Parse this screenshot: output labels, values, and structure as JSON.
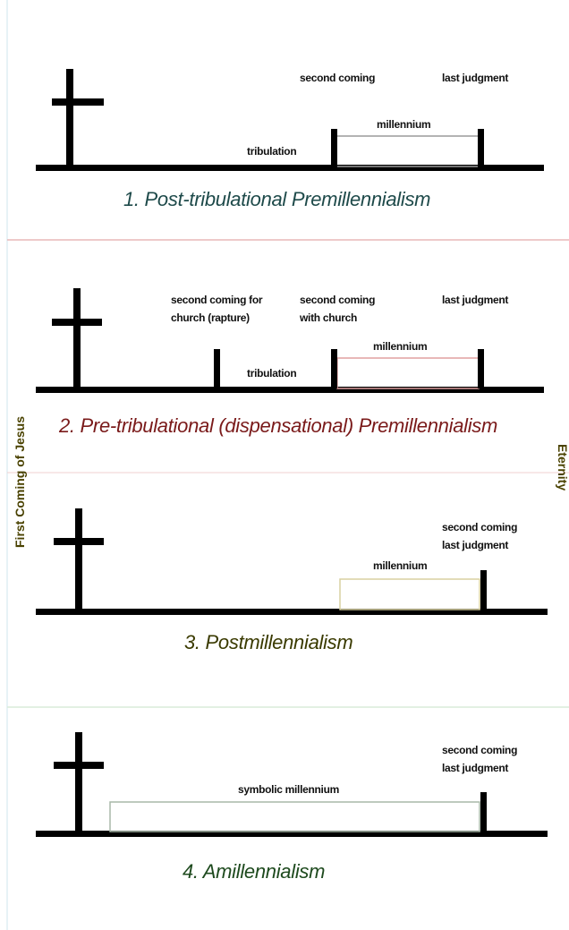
{
  "side_labels": {
    "left": "First Coming of Jesus",
    "right": "Eternity"
  },
  "panels": [
    {
      "title": "1. Post-tribulational Premillennialism",
      "title_color": "#1e4a4a",
      "millennium_color": "#9a9a9a",
      "labels": {
        "second_coming": "second coming",
        "last_judgment": "last judgment",
        "millennium": "millennium",
        "tribulation": "tribulation"
      }
    },
    {
      "title": "2. Pre-tribulational (dispensational) Premillennialism",
      "title_color": "#7a1a1a",
      "millennium_color": "#e0a0a0",
      "labels": {
        "rapture_line1": "second coming for",
        "rapture_line2": "church (rapture)",
        "second_coming_line1": "second coming",
        "second_coming_line2": "with church",
        "last_judgment": "last judgment",
        "millennium": "millennium",
        "tribulation": "tribulation"
      }
    },
    {
      "title": "3. Postmillennialism",
      "title_color": "#3a3a00",
      "millennium_color": "#d8d0a0",
      "labels": {
        "second_coming": "second coming",
        "last_judgment": "last judgment",
        "millennium": "millennium"
      }
    },
    {
      "title": "4. Amillennialism",
      "title_color": "#1e4a1e",
      "millennium_color": "#a8b8a8",
      "labels": {
        "second_coming": "second coming",
        "last_judgment": "last judgment",
        "millennium": "symbolic millennium"
      }
    }
  ],
  "colors": {
    "side_left": "#4a4200",
    "side_right": "#4a4200",
    "divider_1": "#e8b8b8",
    "divider_2": "#f0d0d0",
    "divider_3": "#d8ecd8"
  }
}
